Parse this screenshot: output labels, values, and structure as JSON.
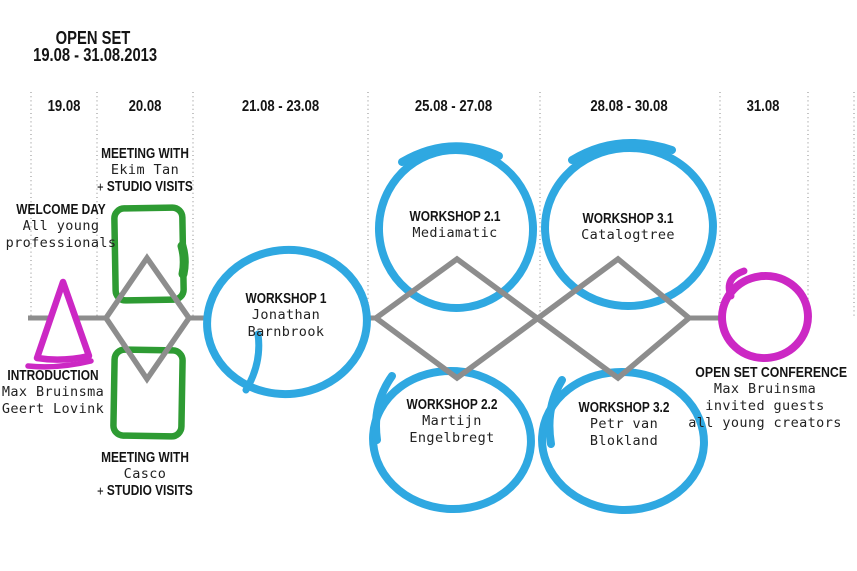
{
  "title": {
    "line1": "OPEN SET",
    "line2": "19.08 - 31.08.2013"
  },
  "timeline": {
    "dates": [
      "19.08",
      "20.08",
      "21.08 - 23.08",
      "25.08 - 27.08",
      "28.08 - 30.08",
      "31.08"
    ]
  },
  "events": {
    "welcome": {
      "title": "WELCOME DAY",
      "line1": "All young",
      "line2": "professionals"
    },
    "introduction": {
      "title": "INTRODUCTION",
      "line1": "Max Bruinsma",
      "line2": "Geert Lovink"
    },
    "meeting_ekim": {
      "title": "MEETING WITH",
      "name": "Ekim Tan",
      "plus": "+",
      "studio": "STUDIO VISITS"
    },
    "meeting_casco": {
      "title": "MEETING WITH",
      "name": "Casco",
      "plus": "+",
      "studio": "STUDIO VISITS"
    },
    "workshop_1": {
      "title": "WORKSHOP 1",
      "line1": "Jonathan",
      "line2": "Barnbrook"
    },
    "workshop_2_1": {
      "title": "WORKSHOP 2.1",
      "line1": "Mediamatic"
    },
    "workshop_2_2": {
      "title": "WORKSHOP 2.2",
      "line1": "Martijn",
      "line2": "Engelbregt"
    },
    "workshop_3_1": {
      "title": "WORKSHOP 3.1",
      "line1": "Catalogtree"
    },
    "workshop_3_2": {
      "title": "WORKSHOP 3.2",
      "line1": "Petr van",
      "line2": "Blokland"
    },
    "conference": {
      "title": "OPEN SET CONFERENCE",
      "line1": "Max Bruinsma",
      "line2": "invited guests",
      "line3": "all young creators"
    }
  },
  "colors": {
    "blue": "#2FA8E1",
    "green": "#2E9B33",
    "magenta": "#CC28C4",
    "line_gray": "#8D8D8D",
    "divider_gray": "#A3A3A3"
  }
}
